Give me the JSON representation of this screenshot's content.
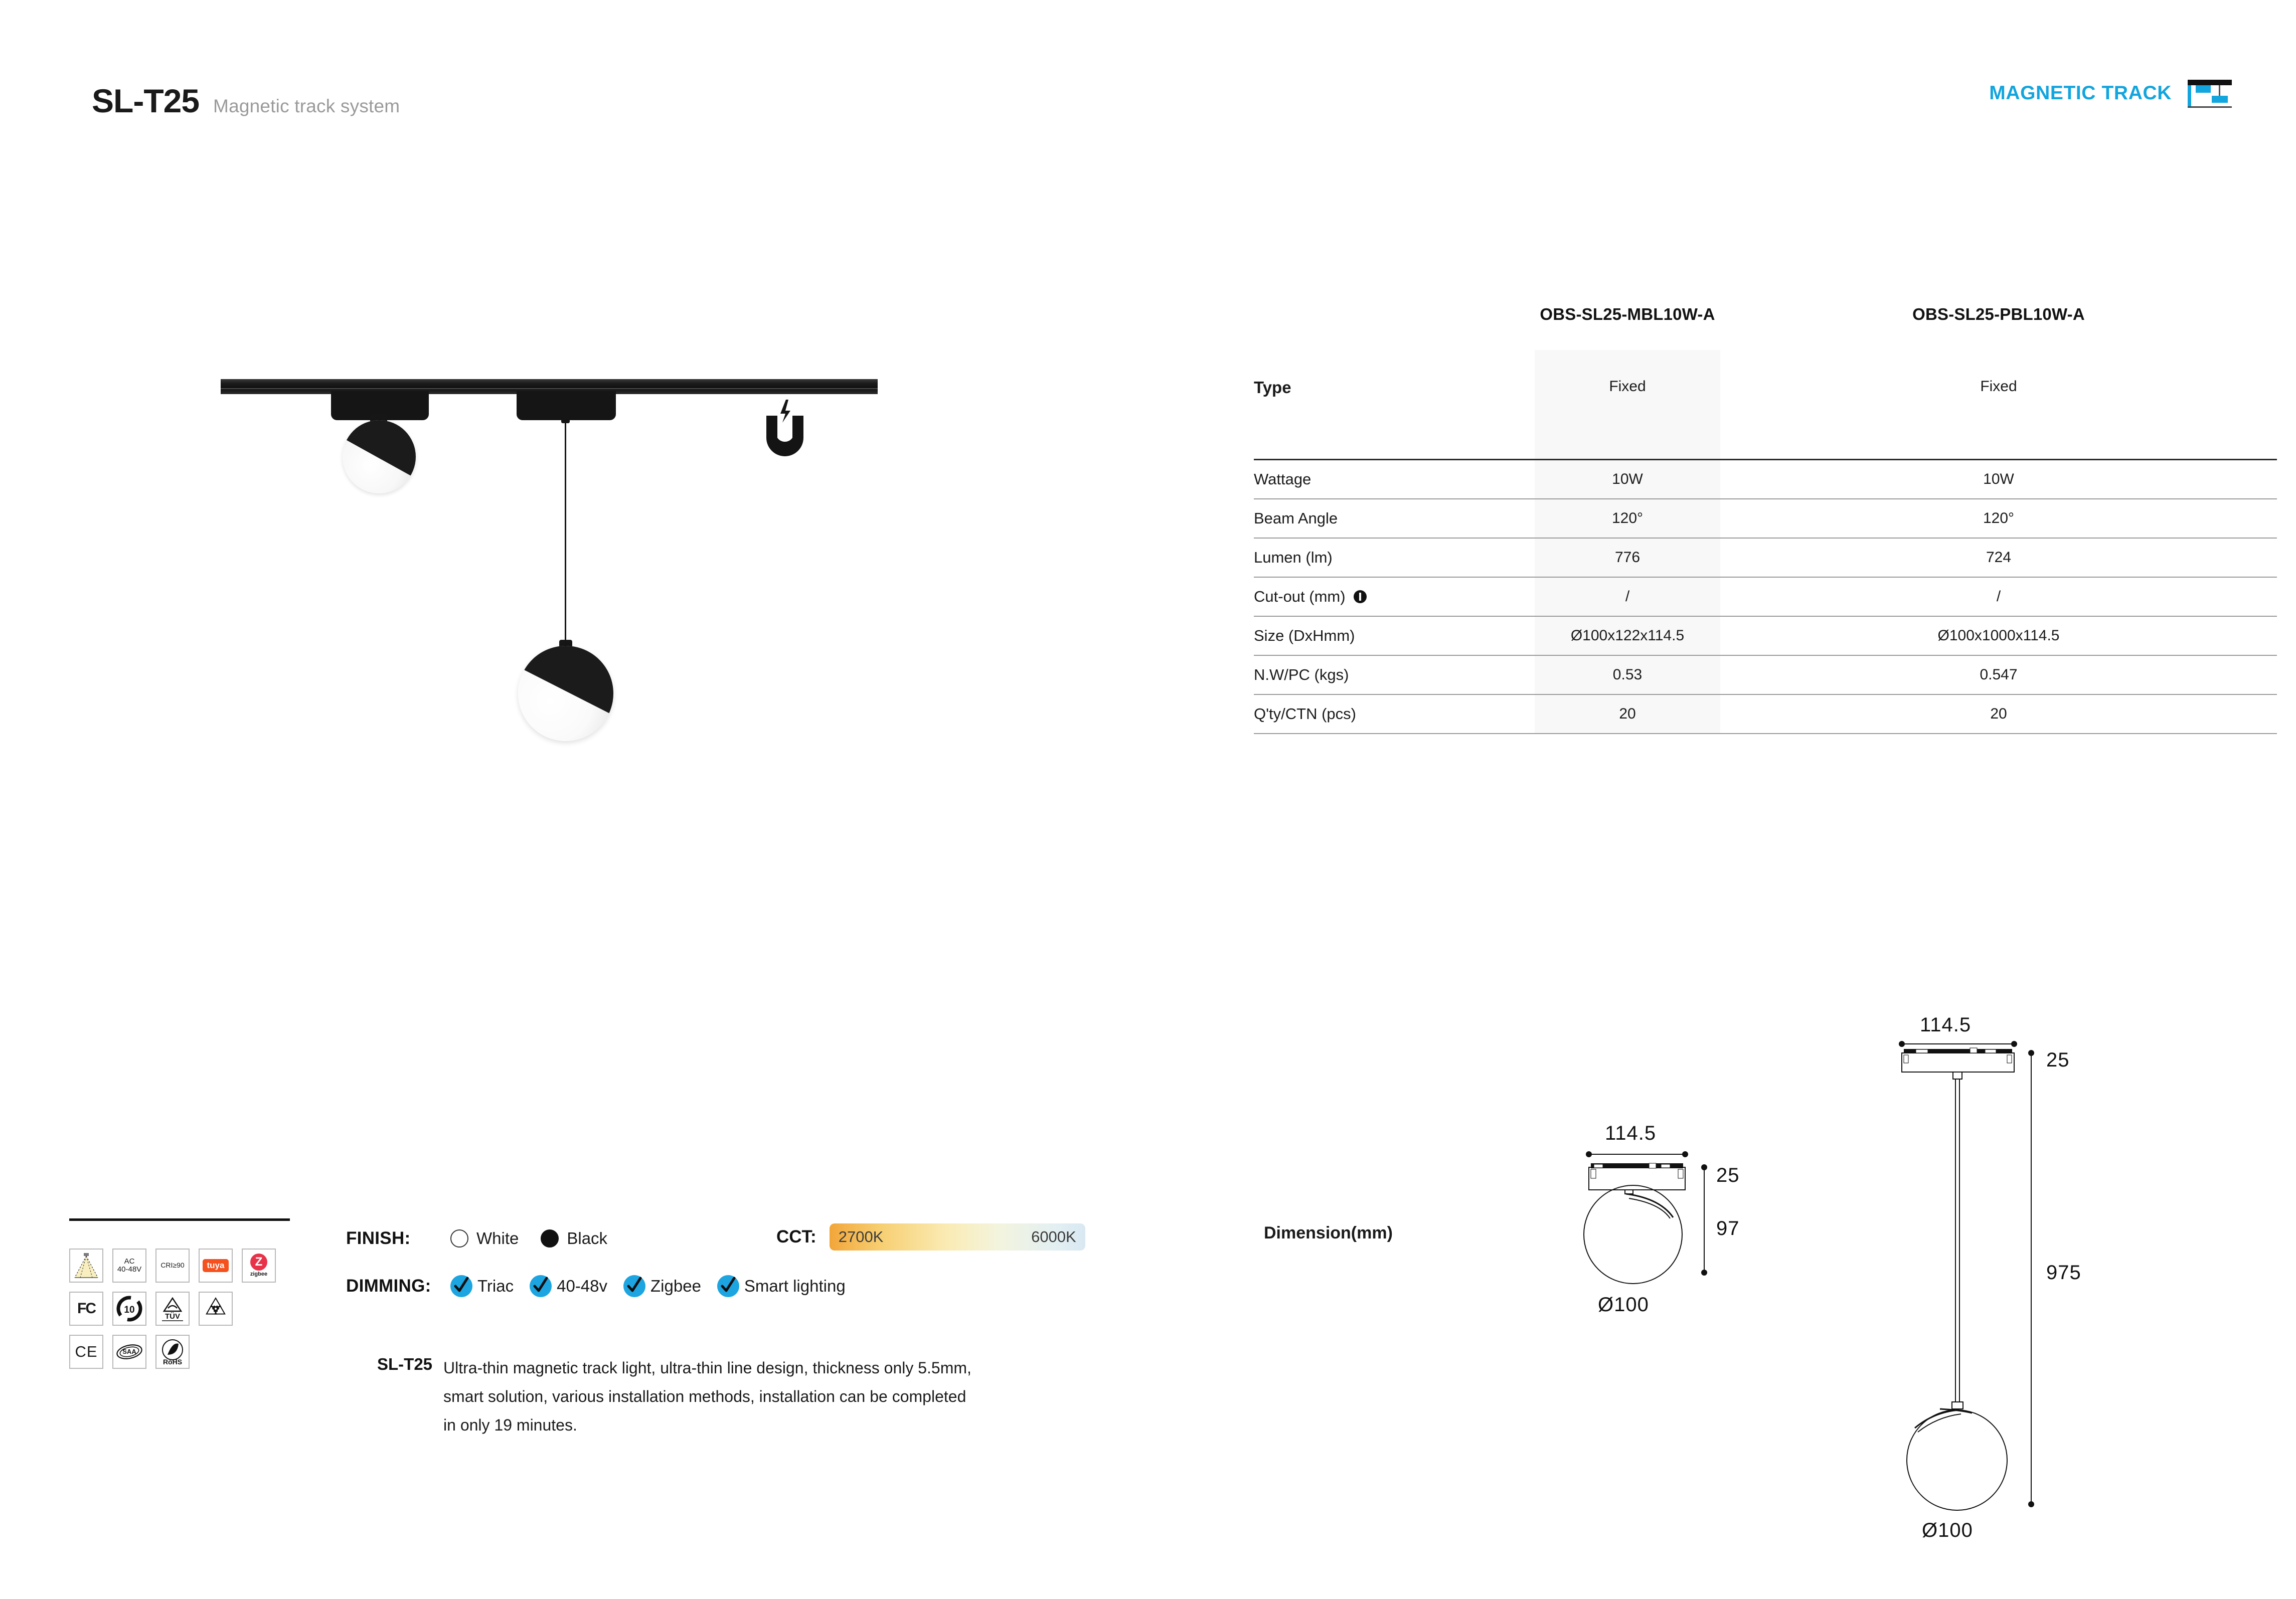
{
  "header": {
    "product_code": "SL-T25",
    "subtitle": "Magnetic track system",
    "category_label": "MAGNETIC TRACK",
    "accent_color": "#13A5DE"
  },
  "spec_table": {
    "columns": [
      "OBS-SL25-MBL10W-A",
      "OBS-SL25-PBL10W-A"
    ],
    "rows": [
      {
        "label": "Type",
        "values": [
          "Fixed",
          "Fixed"
        ]
      },
      {
        "label": "Wattage",
        "values": [
          "10W",
          "10W"
        ]
      },
      {
        "label": "Beam Angle",
        "values": [
          "120°",
          "120°"
        ]
      },
      {
        "label": "Lumen (lm)",
        "values": [
          "776",
          "724"
        ]
      },
      {
        "label": "Cut-out (mm)",
        "values": [
          "/",
          "/"
        ],
        "info_icon": "info-icon"
      },
      {
        "label": "Size (DxHmm)",
        "values": [
          "Ø100x122x114.5",
          "Ø100x1000x114.5"
        ]
      },
      {
        "label": "N.W/PC (kgs)",
        "values": [
          "0.53",
          "0.547"
        ]
      },
      {
        "label": "Q'ty/CTN (pcs)",
        "values": [
          "20",
          "20"
        ]
      }
    ]
  },
  "dimension": {
    "title": "Dimension(mm)",
    "drawing_surface": {
      "width": "114.5",
      "module_height": "25",
      "drop": "97",
      "diameter": "Ø100"
    },
    "drawing_pendant": {
      "width": "114.5",
      "module_height": "25",
      "drop": "975",
      "diameter": "Ø100"
    }
  },
  "certifications": [
    [
      {
        "name": "beam-angle-badge",
        "text": ""
      },
      {
        "name": "ac-voltage-badge",
        "line1": "AC",
        "line2": "40-48V"
      },
      {
        "name": "cri-badge",
        "text": "CRI≥90"
      },
      {
        "name": "tuya-badge",
        "text": "tuya",
        "color": "#F5511E"
      },
      {
        "name": "zigbee-badge",
        "text": "zigbee",
        "color": "#E8324A"
      }
    ],
    [
      {
        "name": "fcc-badge",
        "text": "FC"
      },
      {
        "name": "rohs10-badge",
        "text": "10"
      },
      {
        "name": "tuv-badge",
        "text": "TÜV"
      },
      {
        "name": "recycle-badge",
        "text": ""
      }
    ],
    [
      {
        "name": "ce-badge",
        "text": "CE"
      },
      {
        "name": "saa-badge",
        "text": "SAA"
      },
      {
        "name": "rohs-badge",
        "text": "RoHS"
      }
    ]
  ],
  "options": {
    "finish_label": "FINISH:",
    "finish_items": [
      {
        "label": "White",
        "swatch": "#ffffff"
      },
      {
        "label": "Black",
        "swatch": "#111111"
      }
    ],
    "dimming_label": "DIMMING:",
    "dimming_items": [
      "Triac",
      "40-48v",
      "Zigbee",
      "Smart lighting"
    ],
    "cct_label": "CCT:",
    "cct_min": "2700K",
    "cct_max": "6000K",
    "check_color": "#1CA5E0"
  },
  "description": {
    "code": "SL-T25",
    "text": "Ultra-thin magnetic track light, ultra-thin line design, thickness only 5.5mm, smart solution, various installation methods, installation can be completed in only 19 minutes."
  }
}
